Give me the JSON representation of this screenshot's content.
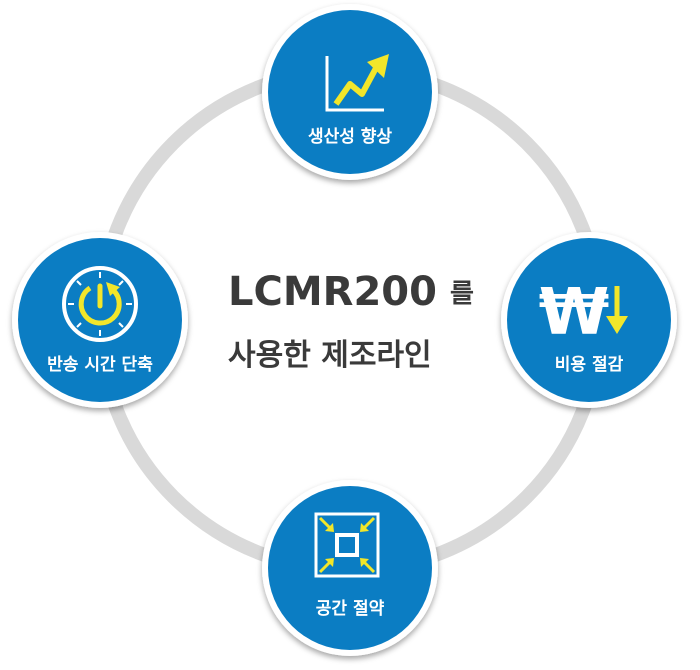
{
  "center": {
    "title": "LCMR200",
    "title_suffix": "를",
    "subtitle": "사용한 제조라인"
  },
  "nodes": {
    "top": {
      "label": "생산성 향상",
      "icon": "rising-chart-icon"
    },
    "right": {
      "label": "비용 절감",
      "icon": "won-down-icon",
      "symbol": "₩"
    },
    "bottom": {
      "label": "공간 절약",
      "icon": "compress-square-icon"
    },
    "left": {
      "label": "반송 시간 단축",
      "icon": "timer-icon"
    }
  },
  "colors": {
    "node_fill": "#0b7dc3",
    "node_ring": "#ffffff",
    "connector": "#d9d9d9",
    "accent": "#f2e62a",
    "text_dark": "#3a3a3a"
  }
}
